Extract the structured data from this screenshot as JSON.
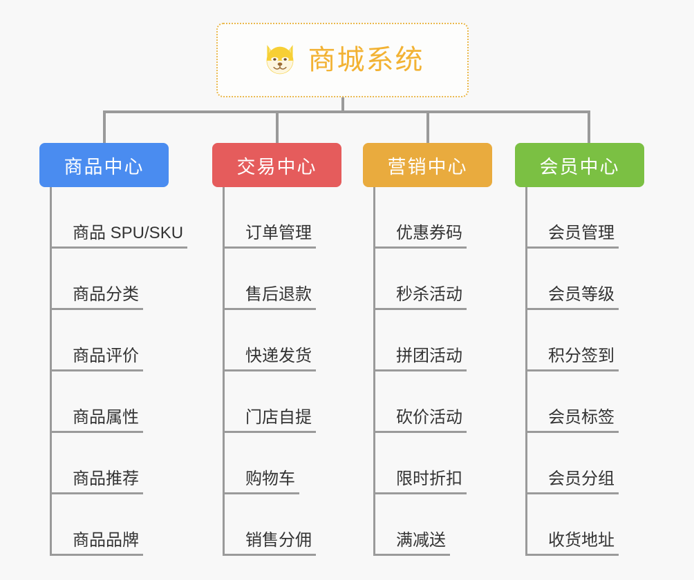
{
  "diagram": {
    "title": "商城系统",
    "icon": "shiba-dog-icon",
    "background_color": "#f8f8f8",
    "root_border_color": "#eab84a",
    "root_text_color": "#f2b233",
    "connector_color": "#9a9a9a",
    "leaf_text_color": "#333333",
    "columns": [
      {
        "label": "商品中心",
        "color": "#4a8cf0",
        "items": [
          "商品 SPU/SKU",
          "商品分类",
          "商品评价",
          "商品属性",
          "商品推荐",
          "商品品牌"
        ]
      },
      {
        "label": "交易中心",
        "color": "#e55c5c",
        "items": [
          "订单管理",
          "售后退款",
          "快递发货",
          "门店自提",
          "购物车",
          "销售分佣"
        ]
      },
      {
        "label": "营销中心",
        "color": "#e9ab3e",
        "items": [
          "优惠券码",
          "秒杀活动",
          "拼团活动",
          "砍价活动",
          "限时折扣",
          "满减送"
        ]
      },
      {
        "label": "会员中心",
        "color": "#7bc043",
        "items": [
          "会员管理",
          "会员等级",
          "积分签到",
          "会员标签",
          "会员分组",
          "收货地址"
        ]
      }
    ]
  }
}
